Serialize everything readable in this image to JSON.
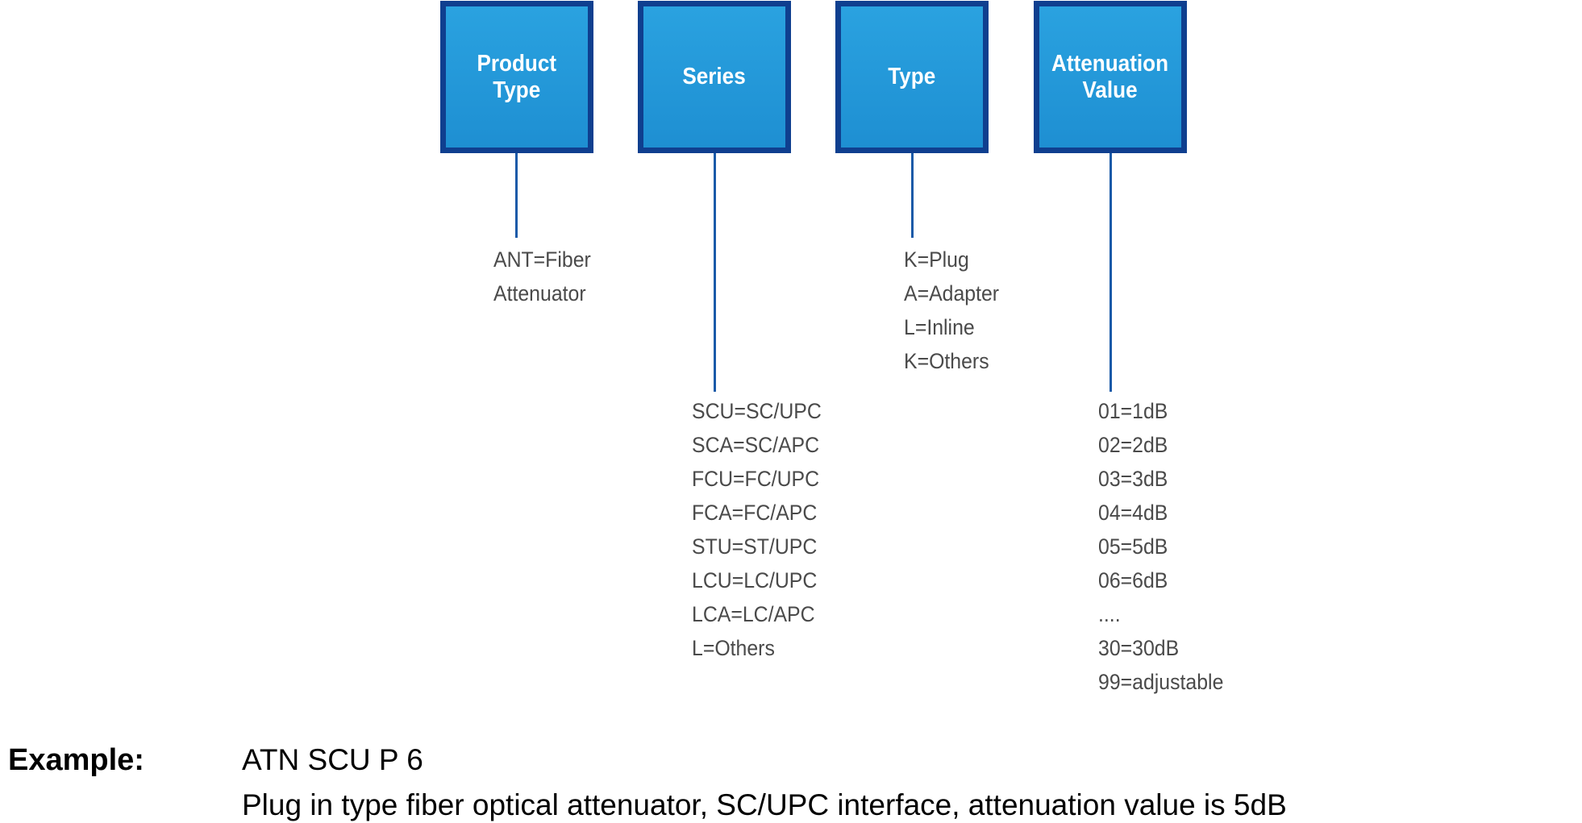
{
  "columns": [
    {
      "header": "Product\nType",
      "options": [
        "ANT=Fiber",
        "Attenuator"
      ]
    },
    {
      "header": "Series",
      "options": [
        "SCU=SC/UPC",
        "SCA=SC/APC",
        "FCU=FC/UPC",
        "FCA=FC/APC",
        "STU=ST/UPC",
        "LCU=LC/UPC",
        "LCA=LC/APC",
        "L=Others"
      ]
    },
    {
      "header": "Type",
      "options": [
        "K=Plug",
        "A=Adapter",
        "L=Inline",
        "K=Others"
      ]
    },
    {
      "header": "Attenuation\nValue",
      "options": [
        "01=1dB",
        "02=2dB",
        "03=3dB",
        "04=4dB",
        "05=5dB",
        "06=6dB",
        "....",
        "30=30dB",
        "99=adjustable"
      ]
    }
  ],
  "example": {
    "label": "Example:",
    "code": "ATN SCU P 6",
    "description": "Plug in type fiber optical attenuator, SC/UPC interface, attenuation value is 5dB"
  },
  "colors": {
    "box_fill": "#2aa2e0",
    "box_border": "#0f3f8f",
    "connector": "#1a5aa8",
    "option_text": "#4a4a4a"
  }
}
